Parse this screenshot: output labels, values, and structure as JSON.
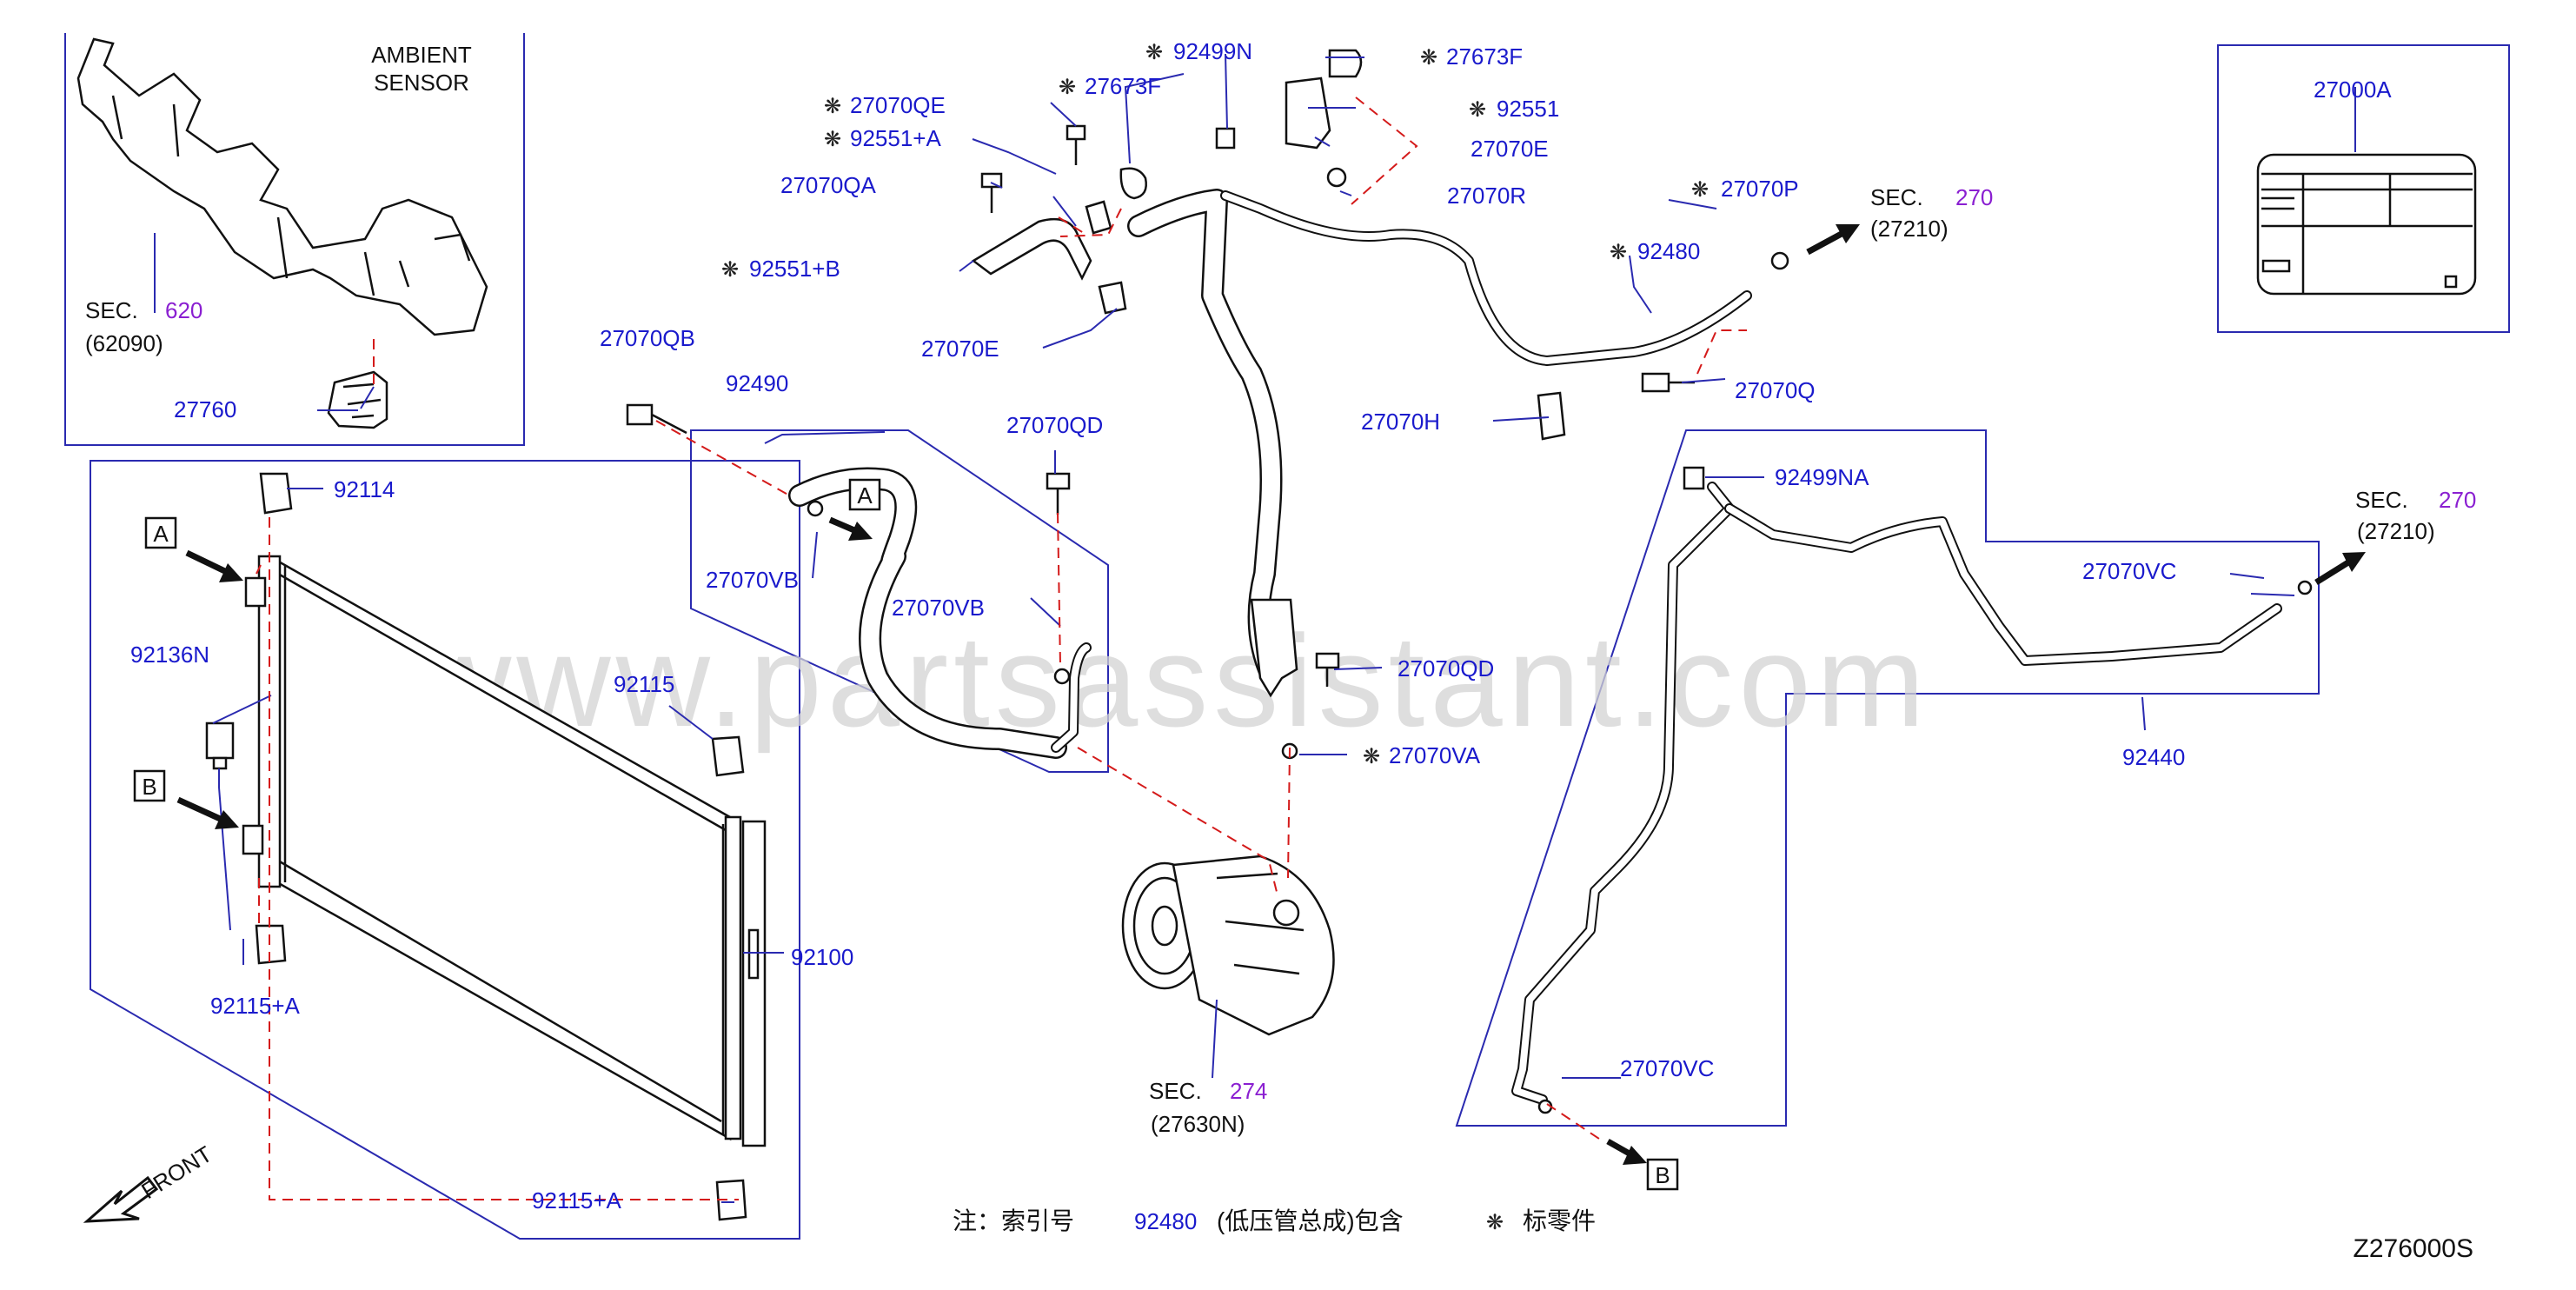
{
  "diagram_code": "Z276000S",
  "watermark": "www.partsassistant.com",
  "star_symbol": "❋",
  "ambient_sensor_title": [
    "AMBIENT",
    "SENSOR"
  ],
  "sec_prefix": "SEC.",
  "sections": [
    {
      "number": "620",
      "ref": "(62090)"
    },
    {
      "number": "270",
      "ref": "(27210)"
    },
    {
      "number": "270",
      "ref": "(27210)"
    },
    {
      "number": "274",
      "ref": "(27630N)"
    }
  ],
  "parts": [
    {
      "id": "27760",
      "starred": false
    },
    {
      "id": "92114",
      "starred": false
    },
    {
      "id": "92136N",
      "starred": false
    },
    {
      "id": "92115",
      "starred": false
    },
    {
      "id": "92115+A",
      "starred": false
    },
    {
      "id": "92115+A",
      "starred": false
    },
    {
      "id": "92100",
      "starred": false
    },
    {
      "id": "27070QB",
      "starred": false
    },
    {
      "id": "92490",
      "starred": false
    },
    {
      "id": "27070VB",
      "starred": false
    },
    {
      "id": "27070VB",
      "starred": false
    },
    {
      "id": "27070QD",
      "starred": false
    },
    {
      "id": "27070QE",
      "starred": true
    },
    {
      "id": "92551+A",
      "starred": true
    },
    {
      "id": "27673F",
      "starred": true
    },
    {
      "id": "27070QA",
      "starred": false
    },
    {
      "id": "92551+B",
      "starred": true
    },
    {
      "id": "27070E",
      "starred": false
    },
    {
      "id": "92499N",
      "starred": true
    },
    {
      "id": "27673F",
      "starred": true
    },
    {
      "id": "92551",
      "starred": true
    },
    {
      "id": "27070E",
      "starred": false
    },
    {
      "id": "27070R",
      "starred": false
    },
    {
      "id": "27070P",
      "starred": true
    },
    {
      "id": "92480",
      "starred": true
    },
    {
      "id": "27070H",
      "starred": false
    },
    {
      "id": "27070Q",
      "starred": false
    },
    {
      "id": "27070QD",
      "starred": false
    },
    {
      "id": "27070VA",
      "starred": true
    },
    {
      "id": "92499NA",
      "starred": false
    },
    {
      "id": "27070VC",
      "starred": false
    },
    {
      "id": "92440",
      "starred": false
    },
    {
      "id": "27070VC",
      "starred": false
    },
    {
      "id": "27000A",
      "starred": false
    }
  ],
  "connector_labels": [
    "A",
    "B",
    "A",
    "B"
  ],
  "front_label": "FRONT",
  "footnote": {
    "prefix": "注：索引号",
    "part": "92480",
    "suffix": "(低压管总成)包含",
    "star_text": "标零件"
  }
}
